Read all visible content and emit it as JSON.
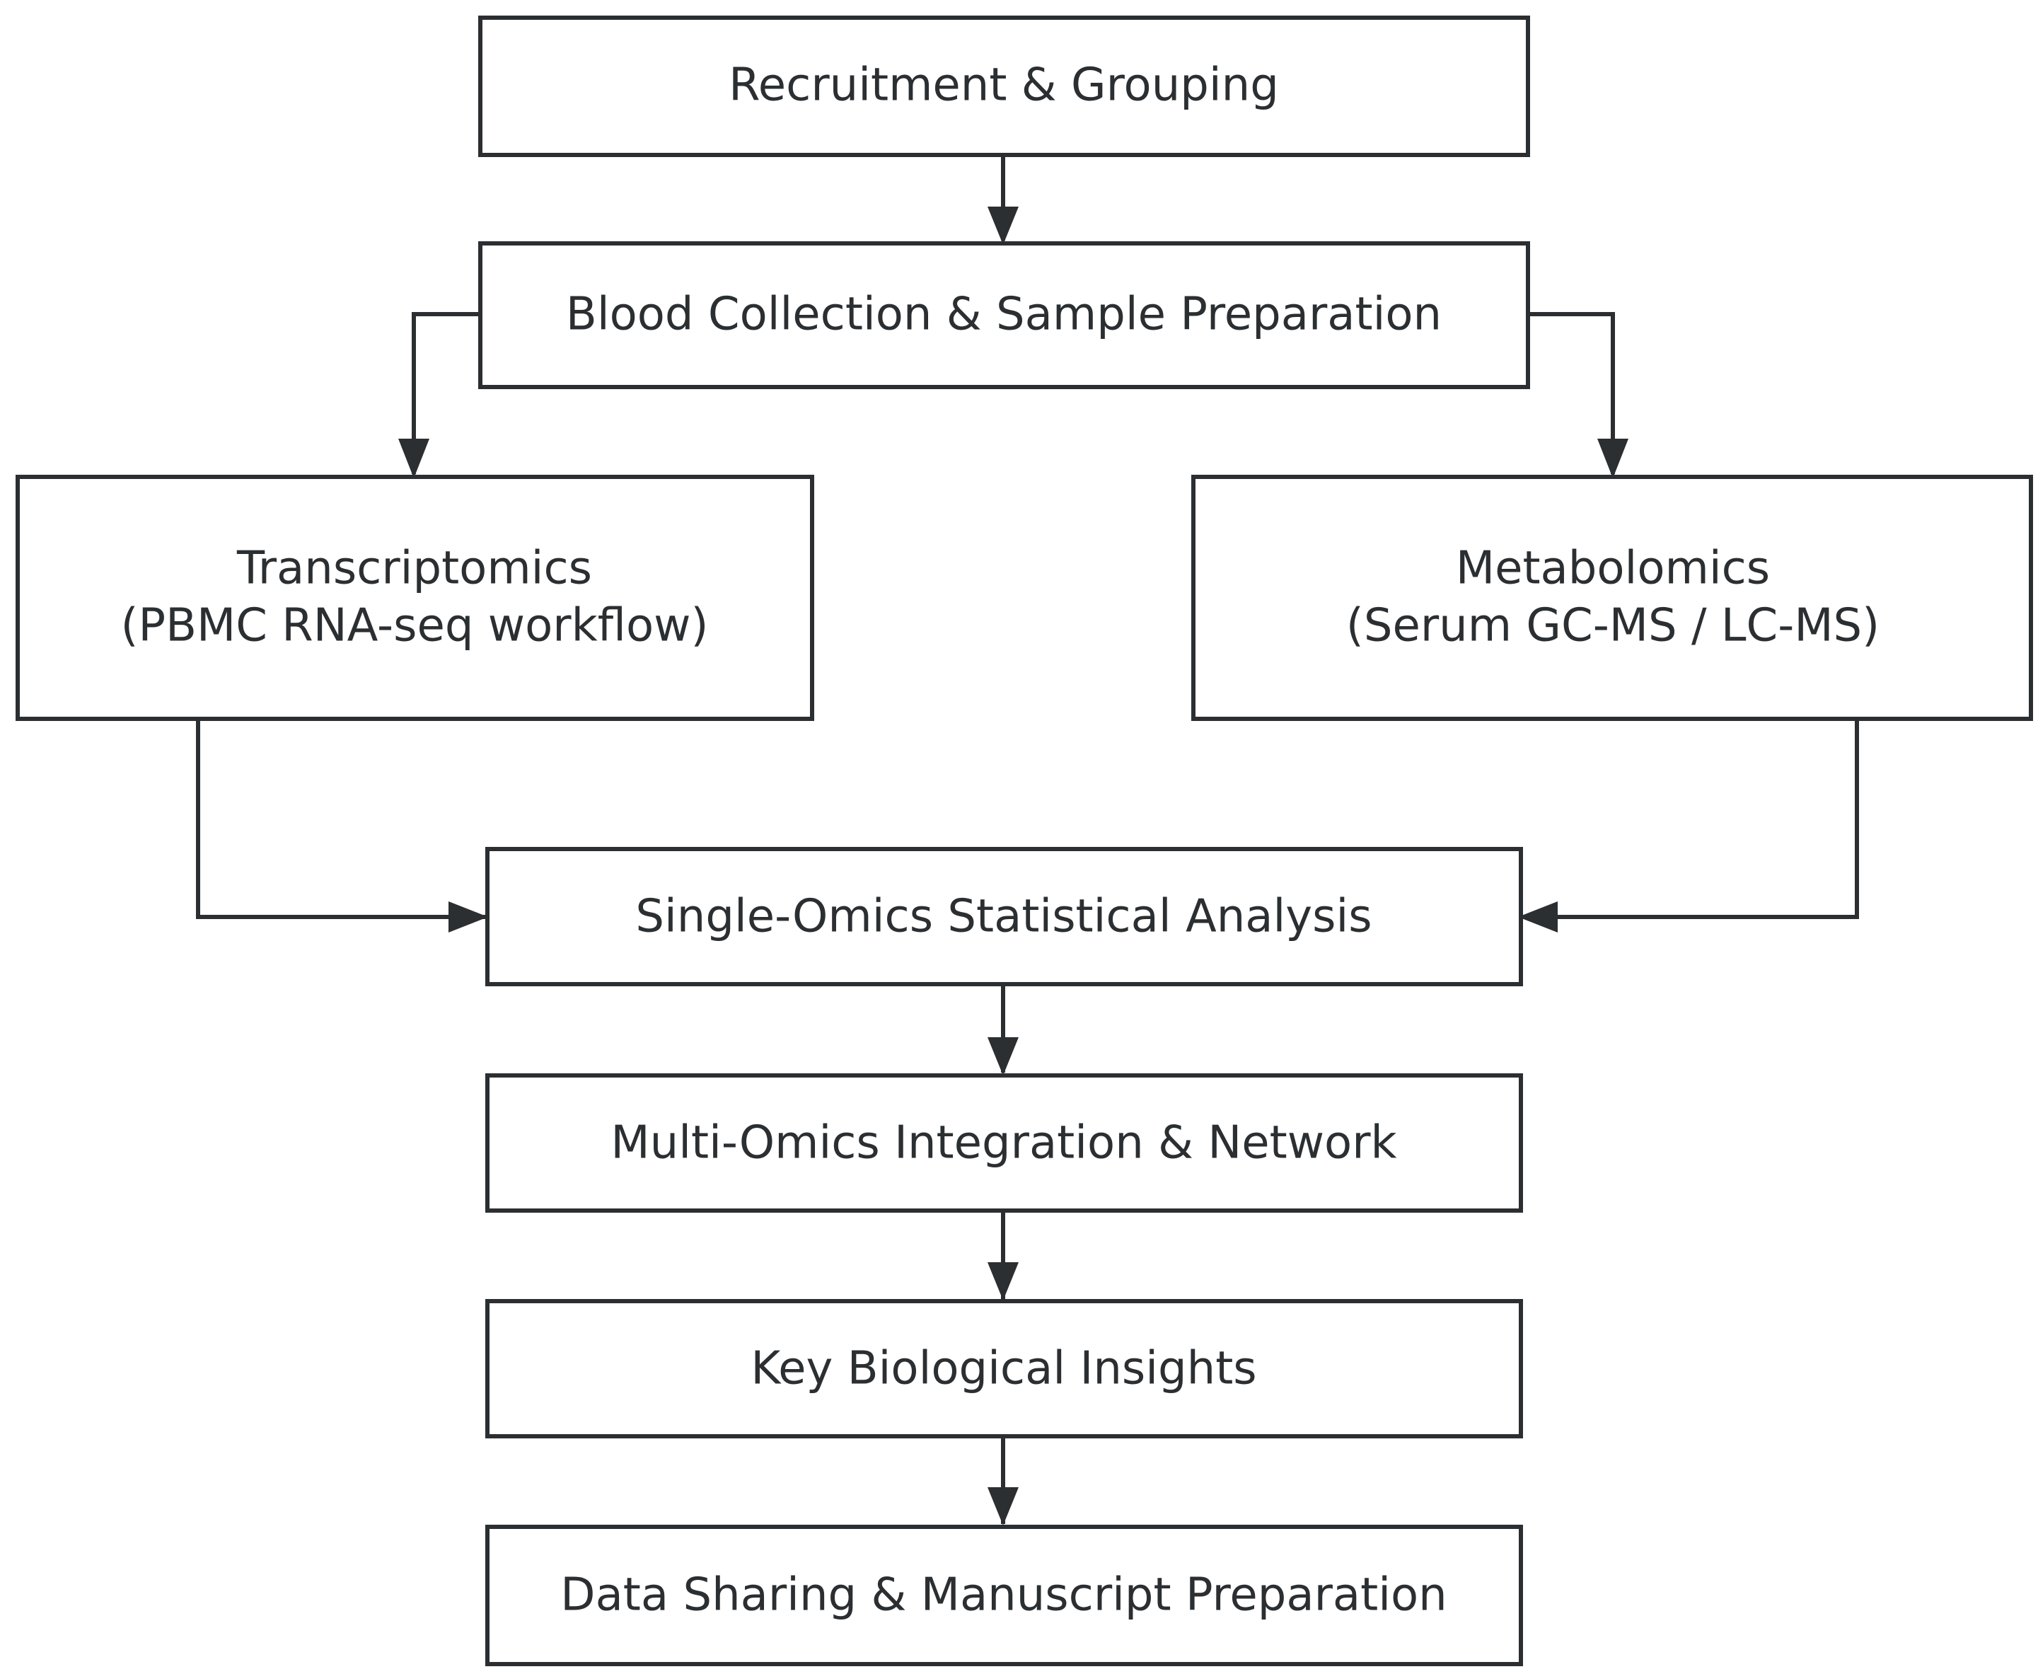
{
  "diagram": {
    "nodes": {
      "recruitment": {
        "label": "Recruitment & Grouping"
      },
      "blood": {
        "label": "Blood Collection & Sample Preparation"
      },
      "transcriptomics": {
        "title": "Transcriptomics",
        "subtitle": "(PBMC RNA-seq workflow)"
      },
      "metabolomics": {
        "title": "Metabolomics",
        "subtitle": "(Serum GC-MS / LC-MS)"
      },
      "single_omics": {
        "label": "Single-Omics Statistical Analysis"
      },
      "multi_omics": {
        "label": "Multi-Omics Integration & Network"
      },
      "insights": {
        "label": "Key Biological Insights"
      },
      "sharing": {
        "label": "Data Sharing & Manuscript Preparation"
      }
    },
    "edges": [
      {
        "from": "recruitment",
        "to": "blood"
      },
      {
        "from": "blood",
        "to": "transcriptomics"
      },
      {
        "from": "blood",
        "to": "metabolomics"
      },
      {
        "from": "transcriptomics",
        "to": "single_omics"
      },
      {
        "from": "metabolomics",
        "to": "single_omics"
      },
      {
        "from": "single_omics",
        "to": "multi_omics"
      },
      {
        "from": "multi_omics",
        "to": "insights"
      },
      {
        "from": "insights",
        "to": "sharing"
      }
    ],
    "colors": {
      "stroke": "#2b2f32",
      "text": "#2b2f32",
      "fill": "#ffffff"
    }
  }
}
